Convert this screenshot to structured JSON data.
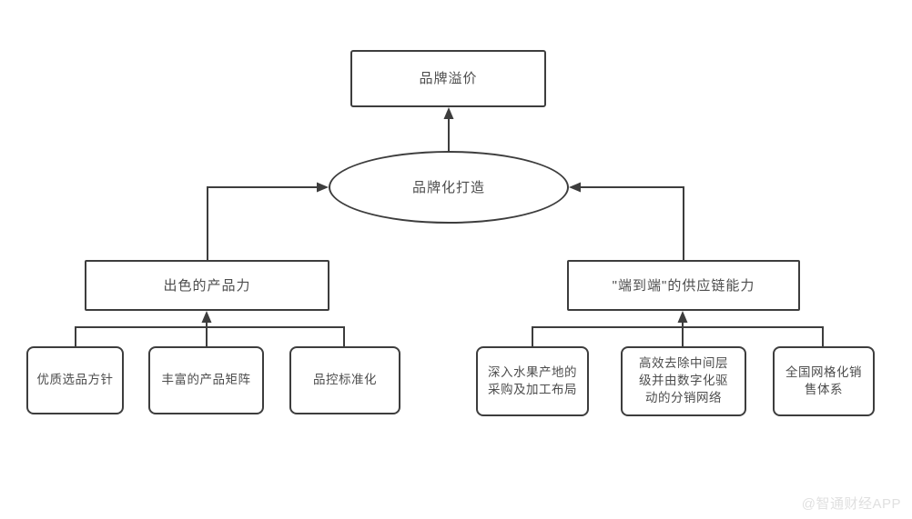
{
  "diagram": {
    "root": {
      "label": "品牌溢价"
    },
    "hub": {
      "label": "品牌化打造"
    },
    "branches": [
      {
        "label": "出色的产品力",
        "children": [
          {
            "label": "优质选品方针"
          },
          {
            "label": "丰富的产品矩阵"
          },
          {
            "label": "品控标准化"
          }
        ]
      },
      {
        "label": "\"端到端\"的供应链能力",
        "children": [
          {
            "label": "深入水果产地的\n采购及加工布局"
          },
          {
            "label": "高效去除中间层\n级并由数字化驱\n动的分销网络"
          },
          {
            "label": "全国网格化销\n售体系"
          }
        ]
      }
    ],
    "watermark": "@智通财经APP",
    "colors": {
      "line": "#3d3d3d",
      "text": "#4d4d4d",
      "background": "#ffffff",
      "watermark": "#e0e0e0"
    }
  }
}
